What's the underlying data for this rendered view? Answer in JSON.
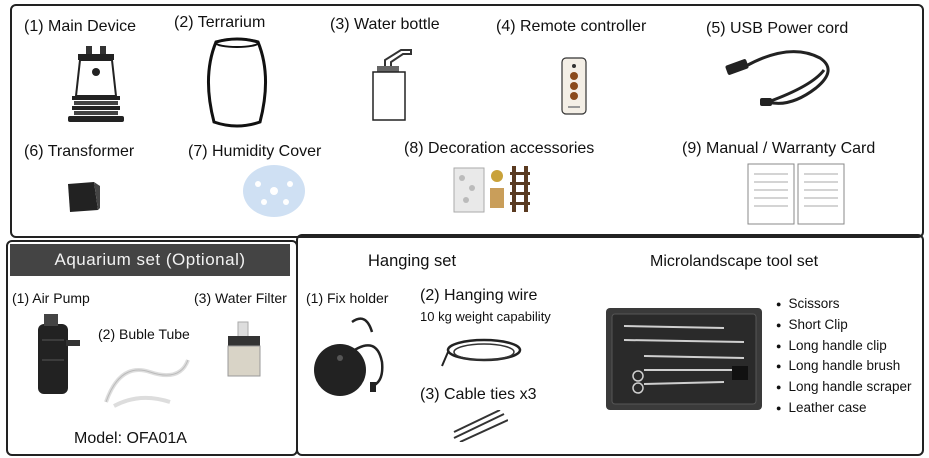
{
  "main_items": [
    {
      "label": "(1) Main Device",
      "icon": "main-device-icon"
    },
    {
      "label": "(2) Terrarium",
      "icon": "terrarium-icon"
    },
    {
      "label": "(3) Water bottle",
      "icon": "water-bottle-icon"
    },
    {
      "label": "(4) Remote controller",
      "icon": "remote-controller-icon"
    },
    {
      "label": "(5) USB Power cord",
      "icon": "usb-cord-icon"
    },
    {
      "label": "(6) Transformer",
      "icon": "transformer-icon"
    },
    {
      "label": "(7)  Humidity  Cover",
      "icon": "humidity-cover-icon"
    },
    {
      "label": "(8) Decoration accessories",
      "icon": "decoration-accessories-icon"
    },
    {
      "label": "(9) Manual / Warranty Card",
      "icon": "manual-card-icon"
    }
  ],
  "aquarium": {
    "title": "Aquarium set (Optional)",
    "items": [
      {
        "label": "(1) Air Pump",
        "icon": "air-pump-icon"
      },
      {
        "label": "(2) Buble Tube",
        "icon": "bubble-tube-icon"
      },
      {
        "label": "(3) Water Filter",
        "icon": "water-filter-icon"
      }
    ],
    "model": "Model: OFA01A"
  },
  "hanging": {
    "title": "Hanging set",
    "items": [
      {
        "label": "(1) Fix holder",
        "icon": "fix-holder-icon"
      },
      {
        "label": "(2) Hanging wire",
        "icon": "hanging-wire-icon",
        "note": "10 kg weight capability"
      },
      {
        "label": "(3) Cable ties x3",
        "icon": "cable-ties-icon"
      }
    ]
  },
  "tools": {
    "title": "Microlandscape tool set",
    "icon": "tool-case-icon",
    "items": [
      "Scissors",
      "Short Clip",
      "Long handle clip",
      "Long handle brush",
      "Long handle scraper",
      "Leather case"
    ]
  }
}
